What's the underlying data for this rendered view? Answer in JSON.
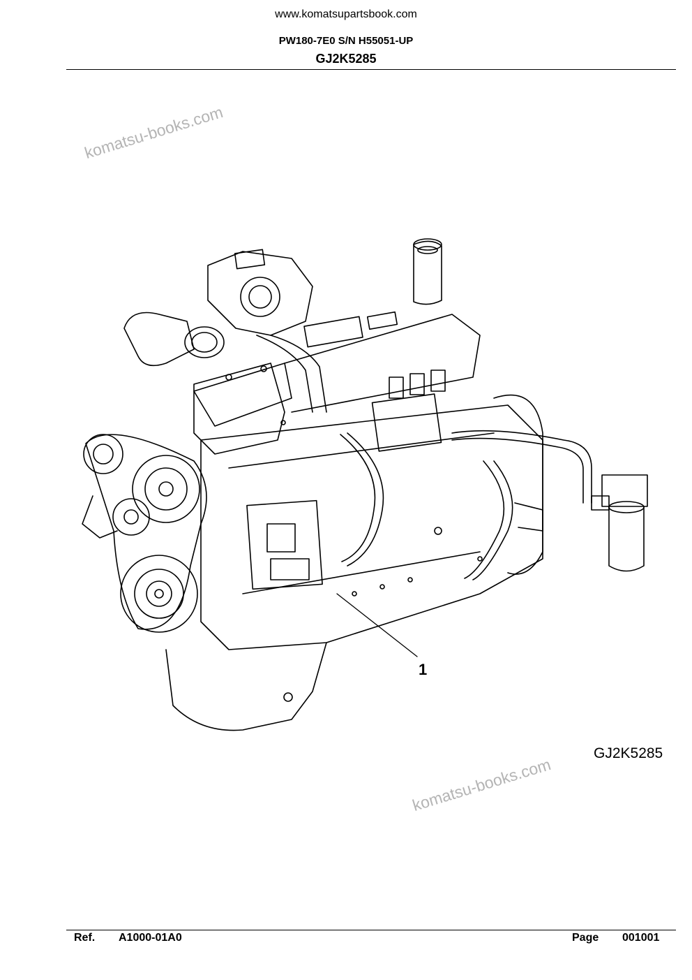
{
  "header": {
    "site_url": "www.komatsupartsbook.com",
    "model_line": "PW180-7E0 S/N H55051-UP",
    "doc_code": "GJ2K5285"
  },
  "watermarks": [
    "komatsu-books.com",
    "komatsu-books.com"
  ],
  "illustration": {
    "subject": "engine-assembly",
    "drawing_code": "GJ2K5285",
    "callouts": [
      "1"
    ]
  },
  "footer": {
    "ref_label": "Ref.",
    "ref_value": "A1000-01A0",
    "page_label": "Page",
    "page_value": "001001"
  }
}
